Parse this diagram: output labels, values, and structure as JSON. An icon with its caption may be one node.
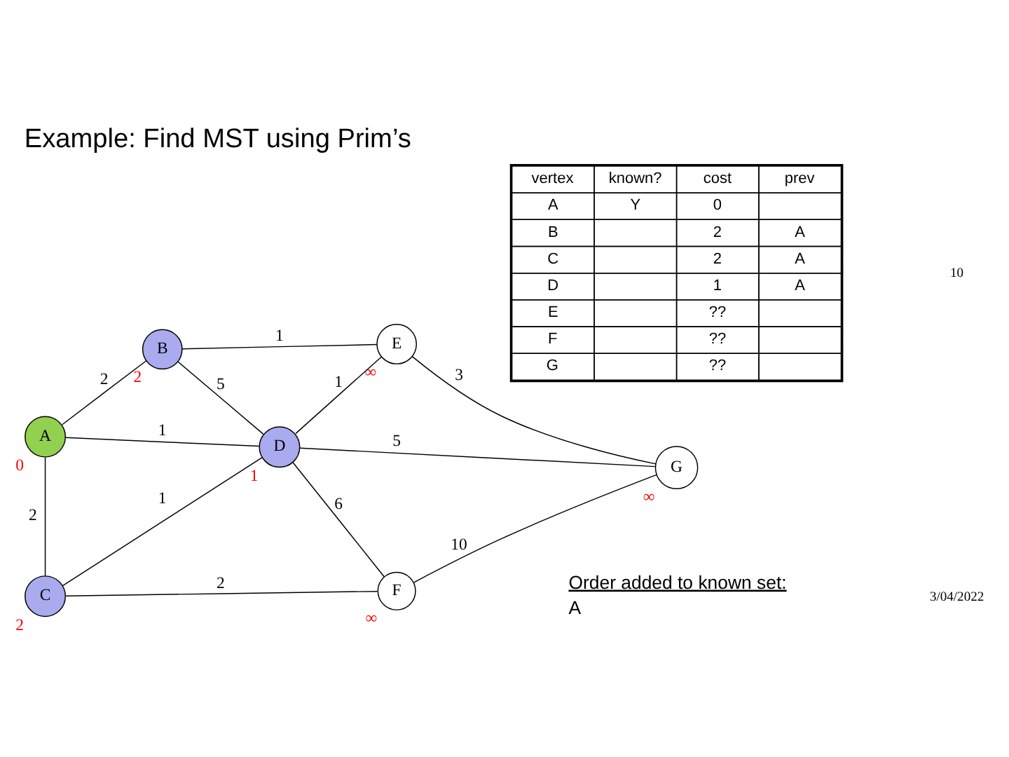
{
  "diagram": {
    "title": "Example: Find MST using Prim’s",
    "nodes": [
      {
        "text": [
          "A"
        ],
        "beside": [
          "0"
        ]
      },
      {
        "text": [
          "B"
        ],
        "beside": [
          "2"
        ]
      },
      {
        "text": [
          "E"
        ],
        "beside": [
          "∞"
        ]
      },
      {
        "text": [
          "D"
        ],
        "beside": [
          "1"
        ]
      },
      {
        "text": [
          "C"
        ],
        "beside": [
          "2"
        ]
      },
      {
        "text": [
          "G"
        ],
        "beside": [
          "∞"
        ]
      },
      {
        "text": [
          "F"
        ],
        "beside": [
          "∞"
        ]
      }
    ],
    "edges": [
      {
        "from": 0,
        "to": 1,
        "arrow": "none",
        "label": "2"
      },
      {
        "from": 1,
        "to": 2,
        "arrow": "none",
        "label": "1"
      },
      {
        "from": 0,
        "to": 3,
        "arrow": "none",
        "label": "1"
      },
      {
        "from": 1,
        "to": 3,
        "arrow": "none",
        "label": "5"
      },
      {
        "from": 0,
        "to": 4,
        "arrow": "none",
        "label": "2"
      },
      {
        "from": 3,
        "to": 2,
        "arrow": "none",
        "label": "1"
      },
      {
        "from": 4,
        "to": 3,
        "arrow": "none",
        "label": "1"
      },
      {
        "from": 2,
        "to": 5,
        "arrow": "none",
        "label": "3"
      },
      {
        "from": 3,
        "to": 5,
        "arrow": "none",
        "label": "5"
      },
      {
        "from": 4,
        "to": 6,
        "arrow": "none",
        "label": "2"
      },
      {
        "from": 3,
        "to": 6,
        "arrow": "none",
        "label": "6"
      },
      {
        "from": 6,
        "to": 5,
        "arrow": "none",
        "label": "10"
      }
    ],
    "labels": [
      "Order added to known set:",
      "A",
      "vertex",
      "known?",
      "cost",
      "prev",
      "A",
      "Y",
      "0",
      "B",
      "2",
      "A",
      "C",
      "2",
      "A",
      "D",
      "1",
      "A",
      "E",
      "??",
      "F",
      "??",
      "G",
      "??",
      "3/04/2022",
      "10"
    ]
  }
}
